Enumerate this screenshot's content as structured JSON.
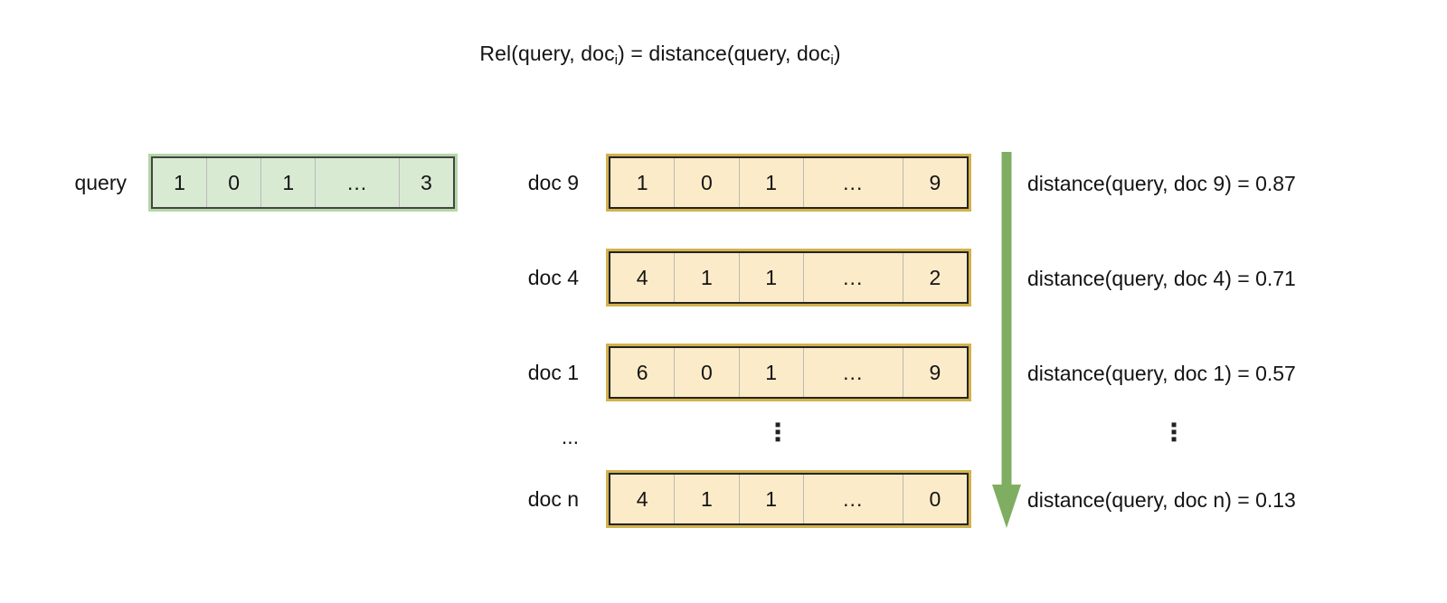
{
  "title": {
    "prefix": "Rel(query, doc",
    "sub1": "i",
    "middle": ") = distance(query, doc",
    "sub2": "i",
    "suffix": ")",
    "plain": "Rel(query, doc_i) = distance(query, doc_i)"
  },
  "query": {
    "label": "query",
    "values": [
      "1",
      "0",
      "1",
      "...",
      "3"
    ],
    "fill": "#d9ead3",
    "border": "#b4d7a8"
  },
  "docs": [
    {
      "label": "doc 9",
      "values": [
        "1",
        "0",
        "1",
        "...",
        "9"
      ],
      "distance_label": "distance(query, doc 9) = 0.87",
      "distance_value": "0.87"
    },
    {
      "label": "doc 4",
      "values": [
        "4",
        "1",
        "1",
        "...",
        "2"
      ],
      "distance_label": "distance(query, doc 4) = 0.71",
      "distance_value": "0.71"
    },
    {
      "label": "doc 1",
      "values": [
        "6",
        "0",
        "1",
        "...",
        "9"
      ],
      "distance_label": "distance(query, doc 1) = 0.57",
      "distance_value": "0.57"
    },
    {
      "label": "doc n",
      "values": [
        "4",
        "1",
        "1",
        "...",
        "0"
      ],
      "distance_label": "distance(query, doc n) = 0.13",
      "distance_value": "0.13"
    }
  ],
  "continuation": {
    "row_label": "...",
    "docs_vdots": "⋮",
    "distances_vdots": "⋮",
    "dot": "▪"
  },
  "doc_style": {
    "fill": "#fcebc8",
    "border": "#d2b24d",
    "inner_border": "#242424"
  },
  "arrow": {
    "color": "#7fae62",
    "direction": "down",
    "meaning": "decreasing-distance-ranking"
  }
}
